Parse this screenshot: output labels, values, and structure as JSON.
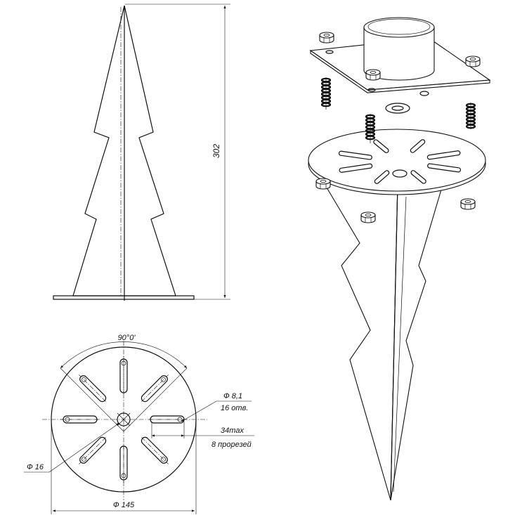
{
  "side_view": {
    "height_label": "302"
  },
  "plan_view": {
    "angle_label": "90°0'",
    "hole_diameter_label": "Ф 8,1",
    "hole_count_label": "16 отв.",
    "slot_length_label": "34max",
    "slot_count_label": "8 прорезей",
    "center_hole_label": "Ф 16",
    "disc_diameter_label": "Ф 145"
  }
}
